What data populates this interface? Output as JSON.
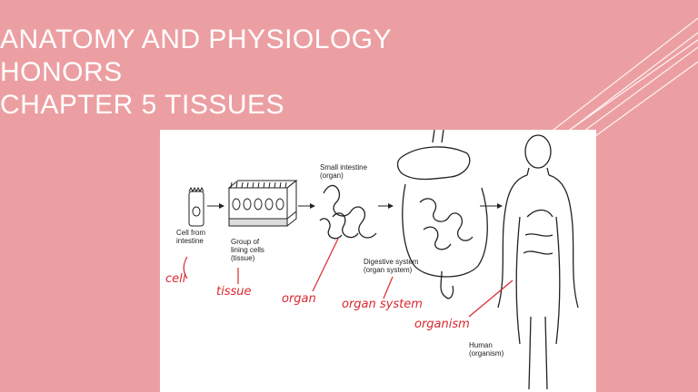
{
  "slide": {
    "title_lines": [
      "ANATOMY AND PHYSIOLOGY",
      "HONORS",
      "CHAPTER 5 TISSUES"
    ],
    "colors": {
      "background": "#ec9fa2",
      "title": "#ffffff",
      "accent": "#d8292f"
    }
  },
  "figure": {
    "printed_labels": {
      "cell": [
        "Cell from",
        "intestine"
      ],
      "tissue": [
        "Group of",
        "lining cells",
        "(tissue)"
      ],
      "organ": [
        "Small intestine",
        "(organ)"
      ],
      "organ_system": [
        "Digestive system",
        "(organ system)"
      ],
      "organism": [
        "Human",
        "(organism)"
      ]
    },
    "handwritten_labels": {
      "cell": "cell",
      "tissue": "tissue",
      "organ": "organ",
      "organ_system": "organ system",
      "organism": "organism"
    }
  }
}
